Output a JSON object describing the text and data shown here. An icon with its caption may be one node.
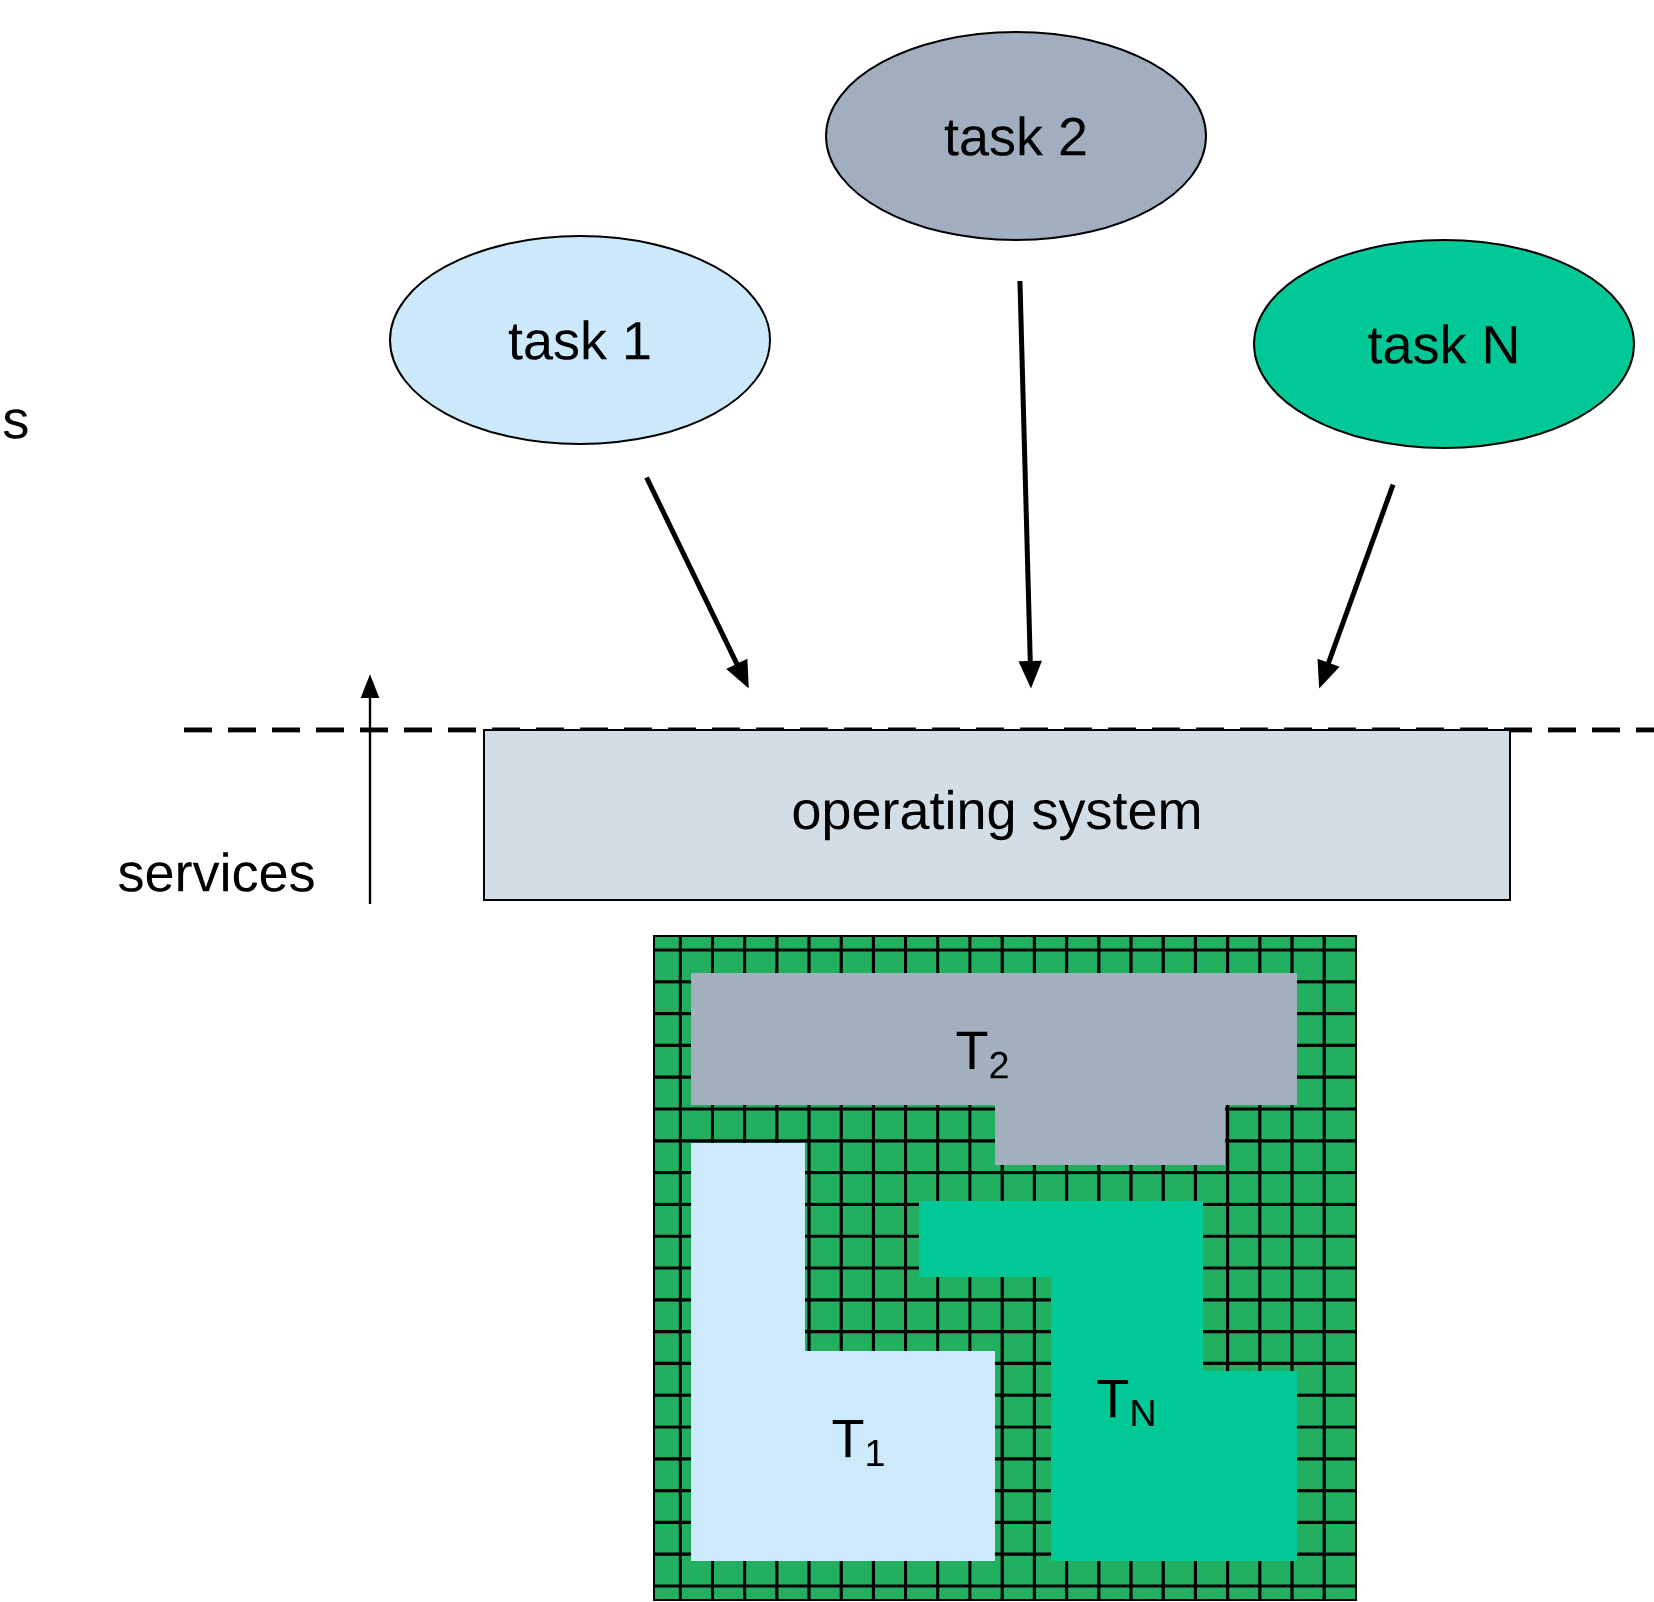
{
  "diagram": {
    "nodes": [
      {
        "text": [
          "task 1"
        ]
      },
      {
        "text": [
          "task 2"
        ]
      },
      {
        "text": [
          "task N"
        ]
      },
      {
        "text": [
          "operating system"
        ]
      },
      {
        "text": [],
        "shape": "box"
      },
      {
        "text": [
          "T$_{2}$"
        ],
        "in": 4
      },
      {
        "text": [
          "T$_{1}$"
        ],
        "in": 4
      },
      {
        "text": [
          "T$_{N}$"
        ],
        "in": 4
      }
    ],
    "edges": [
      {
        "from": 0,
        "to": 3,
        "arrow": "to"
      },
      {
        "from": 1,
        "to": 3,
        "arrow": "to"
      },
      {
        "from": 2,
        "to": 3,
        "arrow": "to"
      }
    ],
    "labels": [
      "s",
      "services"
    ]
  }
}
